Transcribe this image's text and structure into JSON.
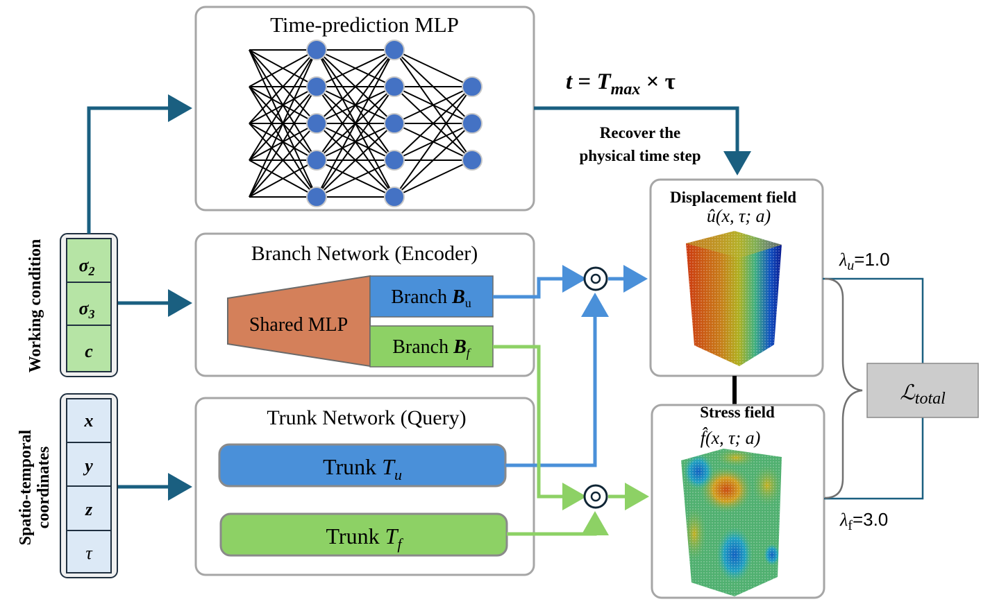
{
  "colors": {
    "dark_arrow": "#1a5f80",
    "blue": "#4a90d9",
    "green": "#8dd165",
    "green_light": "#b6e4a5",
    "blue_light": "#dce9f6",
    "shared_mlp": "#d4805a",
    "node_blue": "#4472c4",
    "box_border": "#a6a6a6",
    "loss_box": "#cccccc"
  },
  "inputs": {
    "working_condition": {
      "label": "Working condition",
      "cells": [
        "σ",
        "σ",
        "c"
      ],
      "subscripts": [
        "2",
        "3",
        ""
      ]
    },
    "spatio_temporal": {
      "label_line1": "Spatio-temporal",
      "label_line2": "coordinates",
      "cells": [
        "x",
        "y",
        "z",
        "τ"
      ]
    }
  },
  "time_mlp": {
    "title": "Time-prediction MLP",
    "layers": [
      5,
      5,
      5,
      3
    ]
  },
  "time_formula": {
    "t": "t",
    "eq": " = ",
    "T": "T",
    "sub": "max",
    "times": " × τ"
  },
  "recover_note": {
    "line1": "Recover the",
    "line2": "physical time step"
  },
  "branch": {
    "title": "Branch Network (Encoder)",
    "shared_mlp": "Shared MLP",
    "bu_prefix": "Branch ",
    "bu_symbol": "B",
    "bu_sub": "u",
    "bf_prefix": "Branch ",
    "bf_symbol": "B",
    "bf_sub": "f"
  },
  "trunk": {
    "title": "Trunk Network (Query)",
    "tu_prefix": "Trunk ",
    "tu_symbol": "T",
    "tu_sub": "u",
    "tf_prefix": "Trunk ",
    "tf_symbol": "T",
    "tf_sub": "f"
  },
  "operators": {
    "top": "⊚",
    "bottom": "⊚"
  },
  "outputs": {
    "displacement": {
      "title": "Displacement field",
      "formula": "û(x, τ; a)"
    },
    "stress": {
      "title": "Stress field",
      "formula": "f̂(x, τ; a)"
    }
  },
  "loss": {
    "lambda_u_symbol": "λ",
    "lambda_u_sub": "u",
    "lambda_u_value": "=1.0",
    "lambda_f_symbol": "λ",
    "lambda_f_sub": "f",
    "lambda_f_value": "=3.0",
    "total_symbol": "ℒ",
    "total_sub": "total"
  }
}
